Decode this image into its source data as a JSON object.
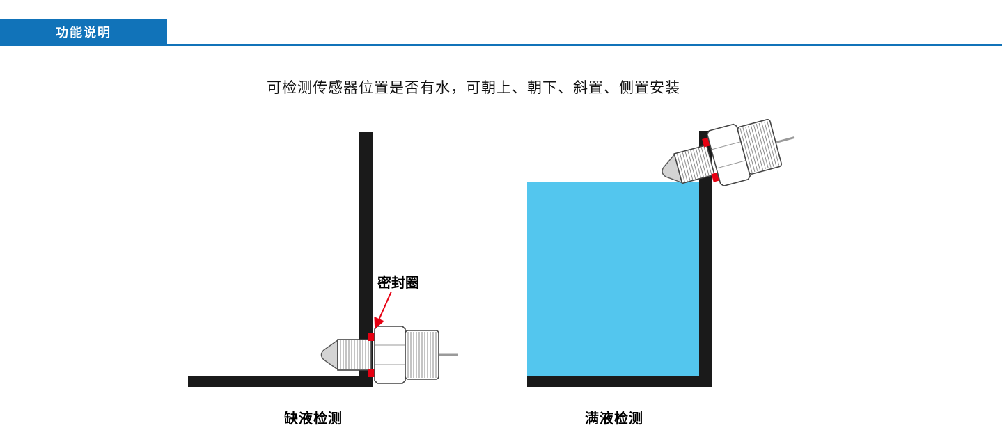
{
  "header": {
    "title": "功能说明"
  },
  "subtitle": "可检测传感器位置是否有水，可朝上、朝下、斜置、侧置安装",
  "diagrams": {
    "dry": {
      "caption": "缺液检测",
      "annotation": "密封圈"
    },
    "full": {
      "caption": "满液检测"
    }
  },
  "colors": {
    "accent": "#1173b9",
    "liquid": "#53c6ee",
    "wall": "#1a1a1a",
    "seal": "#e60012"
  }
}
